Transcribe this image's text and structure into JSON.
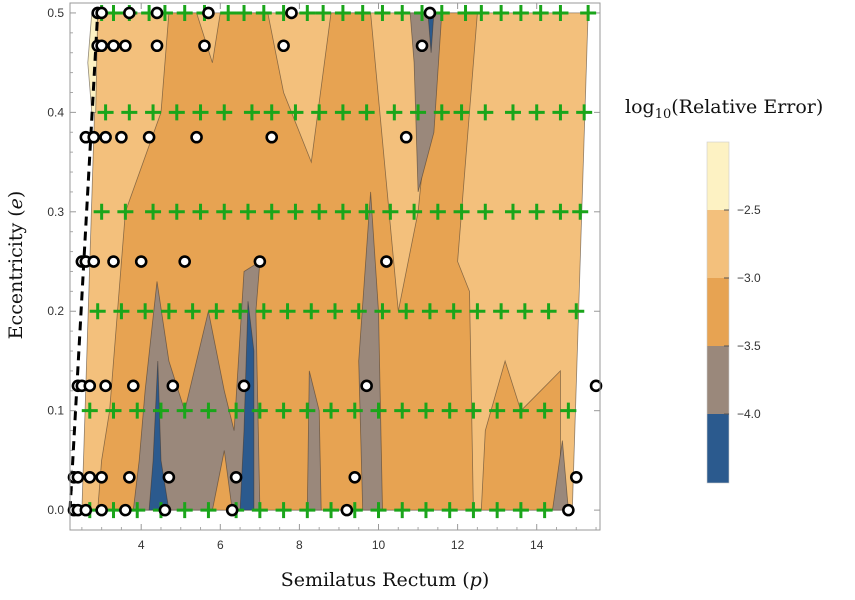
{
  "chart_data": {
    "type": "contour",
    "xlabel": "Semilatus Rectum (p)",
    "ylabel": "Eccentricity (e)",
    "xlim": [
      2.2,
      15.6
    ],
    "ylim": [
      -0.02,
      0.51
    ],
    "x_ticks": [
      "4",
      "6",
      "8",
      "10",
      "12",
      "14"
    ],
    "y_ticks": [
      "0.0",
      "0.1",
      "0.2",
      "0.3",
      "0.4",
      "0.5"
    ],
    "legend": {
      "title_prefix": "log",
      "title_sub": "10",
      "title_suffix": "(Relative Error)",
      "levels": [
        "-2.5",
        "-3.0",
        "-3.5",
        "-4.0"
      ],
      "colors": [
        "#fdf2c3",
        "#f3c07c",
        "#e7a352",
        "#9a887b",
        "#2b5a8e"
      ]
    },
    "separatrix": [
      [
        2.2,
        0.0
      ],
      [
        2.9,
        0.5
      ]
    ],
    "colors": {
      "plus": "#1aa51a",
      "circle_edge": "#000000",
      "separatrix": "#000000"
    },
    "plus_points": [
      [
        3.0,
        0.5
      ],
      [
        3.3,
        0.5
      ],
      [
        3.7,
        0.5
      ],
      [
        4.2,
        0.5
      ],
      [
        4.6,
        0.5
      ],
      [
        5.1,
        0.5
      ],
      [
        5.6,
        0.5
      ],
      [
        6.2,
        0.5
      ],
      [
        6.6,
        0.5
      ],
      [
        7.1,
        0.5
      ],
      [
        7.6,
        0.5
      ],
      [
        8.2,
        0.5
      ],
      [
        8.6,
        0.5
      ],
      [
        9.1,
        0.5
      ],
      [
        9.6,
        0.5
      ],
      [
        10.1,
        0.5
      ],
      [
        10.6,
        0.5
      ],
      [
        11.1,
        0.5
      ],
      [
        11.6,
        0.5
      ],
      [
        12.2,
        0.5
      ],
      [
        12.6,
        0.5
      ],
      [
        13.1,
        0.5
      ],
      [
        13.6,
        0.5
      ],
      [
        14.1,
        0.5
      ],
      [
        14.6,
        0.5
      ],
      [
        15.3,
        0.5
      ],
      [
        3.1,
        0.4
      ],
      [
        3.7,
        0.4
      ],
      [
        4.3,
        0.4
      ],
      [
        4.9,
        0.4
      ],
      [
        5.5,
        0.4
      ],
      [
        6.1,
        0.4
      ],
      [
        6.8,
        0.4
      ],
      [
        7.3,
        0.4
      ],
      [
        7.9,
        0.4
      ],
      [
        8.5,
        0.4
      ],
      [
        9.1,
        0.4
      ],
      [
        9.7,
        0.4
      ],
      [
        10.4,
        0.4
      ],
      [
        11.0,
        0.4
      ],
      [
        11.6,
        0.4
      ],
      [
        12.1,
        0.4
      ],
      [
        12.7,
        0.4
      ],
      [
        13.4,
        0.4
      ],
      [
        14.0,
        0.4
      ],
      [
        14.6,
        0.4
      ],
      [
        15.2,
        0.4
      ],
      [
        3.0,
        0.3
      ],
      [
        3.6,
        0.3
      ],
      [
        4.3,
        0.3
      ],
      [
        4.9,
        0.3
      ],
      [
        5.5,
        0.3
      ],
      [
        6.1,
        0.3
      ],
      [
        6.7,
        0.3
      ],
      [
        7.3,
        0.3
      ],
      [
        7.9,
        0.3
      ],
      [
        8.5,
        0.3
      ],
      [
        9.1,
        0.3
      ],
      [
        9.7,
        0.3
      ],
      [
        10.3,
        0.3
      ],
      [
        10.9,
        0.3
      ],
      [
        11.5,
        0.3
      ],
      [
        12.1,
        0.3
      ],
      [
        12.7,
        0.3
      ],
      [
        13.4,
        0.3
      ],
      [
        14.0,
        0.3
      ],
      [
        14.6,
        0.3
      ],
      [
        15.1,
        0.3
      ],
      [
        2.9,
        0.2
      ],
      [
        3.5,
        0.2
      ],
      [
        4.1,
        0.2
      ],
      [
        4.7,
        0.2
      ],
      [
        5.3,
        0.2
      ],
      [
        5.9,
        0.2
      ],
      [
        6.5,
        0.2
      ],
      [
        7.1,
        0.2
      ],
      [
        7.7,
        0.2
      ],
      [
        8.3,
        0.2
      ],
      [
        8.9,
        0.2
      ],
      [
        9.5,
        0.2
      ],
      [
        10.1,
        0.2
      ],
      [
        10.7,
        0.2
      ],
      [
        11.3,
        0.2
      ],
      [
        11.9,
        0.2
      ],
      [
        12.5,
        0.2
      ],
      [
        13.1,
        0.2
      ],
      [
        13.7,
        0.2
      ],
      [
        14.3,
        0.2
      ],
      [
        15.0,
        0.2
      ],
      [
        2.7,
        0.1
      ],
      [
        3.3,
        0.1
      ],
      [
        3.9,
        0.1
      ],
      [
        4.5,
        0.1
      ],
      [
        5.1,
        0.1
      ],
      [
        5.7,
        0.1
      ],
      [
        6.4,
        0.1
      ],
      [
        7.0,
        0.1
      ],
      [
        7.6,
        0.1
      ],
      [
        8.2,
        0.1
      ],
      [
        8.8,
        0.1
      ],
      [
        9.4,
        0.1
      ],
      [
        10.0,
        0.1
      ],
      [
        10.6,
        0.1
      ],
      [
        11.2,
        0.1
      ],
      [
        11.8,
        0.1
      ],
      [
        12.4,
        0.1
      ],
      [
        13.0,
        0.1
      ],
      [
        13.6,
        0.1
      ],
      [
        14.2,
        0.1
      ],
      [
        14.8,
        0.1
      ],
      [
        2.7,
        0.0
      ],
      [
        3.3,
        0.0
      ],
      [
        3.9,
        0.0
      ],
      [
        4.5,
        0.0
      ],
      [
        5.1,
        0.0
      ],
      [
        5.7,
        0.0
      ],
      [
        6.4,
        0.0
      ],
      [
        7.0,
        0.0
      ],
      [
        7.6,
        0.0
      ],
      [
        8.2,
        0.0
      ],
      [
        8.8,
        0.0
      ],
      [
        9.4,
        0.0
      ],
      [
        10.0,
        0.0
      ],
      [
        10.6,
        0.0
      ],
      [
        11.2,
        0.0
      ],
      [
        11.8,
        0.0
      ],
      [
        12.4,
        0.0
      ],
      [
        13.0,
        0.0
      ],
      [
        13.6,
        0.0
      ],
      [
        14.2,
        0.0
      ]
    ],
    "circle_points": [
      [
        2.9,
        0.5
      ],
      [
        3.0,
        0.5
      ],
      [
        3.7,
        0.5
      ],
      [
        4.4,
        0.5
      ],
      [
        5.7,
        0.5
      ],
      [
        7.8,
        0.5
      ],
      [
        11.3,
        0.5
      ],
      [
        2.9,
        0.467
      ],
      [
        3.0,
        0.467
      ],
      [
        3.3,
        0.467
      ],
      [
        3.6,
        0.467
      ],
      [
        4.4,
        0.467
      ],
      [
        5.6,
        0.467
      ],
      [
        7.6,
        0.467
      ],
      [
        11.1,
        0.467
      ],
      [
        2.6,
        0.375
      ],
      [
        2.8,
        0.375
      ],
      [
        3.1,
        0.375
      ],
      [
        3.5,
        0.375
      ],
      [
        4.2,
        0.375
      ],
      [
        5.4,
        0.375
      ],
      [
        7.3,
        0.375
      ],
      [
        10.7,
        0.375
      ],
      [
        2.5,
        0.25
      ],
      [
        2.6,
        0.25
      ],
      [
        2.8,
        0.25
      ],
      [
        3.3,
        0.25
      ],
      [
        4.0,
        0.25
      ],
      [
        5.1,
        0.25
      ],
      [
        7.0,
        0.25
      ],
      [
        10.2,
        0.25
      ],
      [
        2.4,
        0.125
      ],
      [
        2.5,
        0.125
      ],
      [
        2.7,
        0.125
      ],
      [
        3.1,
        0.125
      ],
      [
        3.8,
        0.125
      ],
      [
        4.8,
        0.125
      ],
      [
        6.6,
        0.125
      ],
      [
        9.7,
        0.125
      ],
      [
        15.5,
        0.125
      ],
      [
        2.3,
        0.033
      ],
      [
        2.4,
        0.033
      ],
      [
        2.7,
        0.033
      ],
      [
        3.0,
        0.033
      ],
      [
        3.7,
        0.033
      ],
      [
        4.7,
        0.033
      ],
      [
        6.4,
        0.033
      ],
      [
        9.4,
        0.033
      ],
      [
        15.0,
        0.033
      ],
      [
        2.3,
        0.0
      ],
      [
        2.4,
        0.0
      ],
      [
        2.6,
        0.0
      ],
      [
        3.0,
        0.0
      ],
      [
        3.6,
        0.0
      ],
      [
        4.6,
        0.0
      ],
      [
        6.3,
        0.0
      ],
      [
        9.2,
        0.0
      ],
      [
        14.8,
        0.0
      ]
    ],
    "regions": [
      {
        "level": 1,
        "points": [
          [
            2.5,
            0.0
          ],
          [
            14.9,
            0.0
          ],
          [
            15.3,
            0.5
          ],
          [
            2.9,
            0.5
          ]
        ]
      },
      {
        "level": 0,
        "points": [
          [
            2.65,
            0.45
          ],
          [
            2.75,
            0.5
          ],
          [
            2.9,
            0.5
          ],
          [
            2.85,
            0.4
          ],
          [
            2.75,
            0.4
          ]
        ]
      },
      {
        "level": 2,
        "points": [
          [
            2.9,
            0.0
          ],
          [
            12.4,
            0.0
          ],
          [
            12.3,
            0.22
          ],
          [
            12.0,
            0.25
          ],
          [
            12.5,
            0.5
          ],
          [
            11.5,
            0.5
          ],
          [
            11.0,
            0.3
          ],
          [
            10.5,
            0.2
          ],
          [
            9.8,
            0.5
          ],
          [
            8.8,
            0.5
          ],
          [
            8.3,
            0.35
          ],
          [
            7.6,
            0.42
          ],
          [
            7.2,
            0.5
          ],
          [
            6.0,
            0.5
          ],
          [
            5.8,
            0.45
          ],
          [
            5.4,
            0.5
          ],
          [
            4.7,
            0.5
          ],
          [
            4.5,
            0.4
          ],
          [
            3.6,
            0.3
          ],
          [
            3.2,
            0.1
          ],
          [
            3.0,
            0.05
          ]
        ]
      },
      {
        "level": 2,
        "points": [
          [
            12.6,
            0.0
          ],
          [
            14.6,
            0.0
          ],
          [
            14.6,
            0.14
          ],
          [
            13.6,
            0.1
          ],
          [
            13.2,
            0.15
          ],
          [
            12.7,
            0.08
          ]
        ]
      },
      {
        "level": 3,
        "points": [
          [
            3.8,
            0.0
          ],
          [
            5.8,
            0.0
          ],
          [
            6.1,
            0.06
          ],
          [
            6.3,
            0.0
          ],
          [
            7.0,
            0.0
          ],
          [
            6.9,
            0.2
          ],
          [
            7.0,
            0.25
          ],
          [
            6.6,
            0.24
          ],
          [
            6.35,
            0.08
          ],
          [
            6.1,
            0.12
          ],
          [
            5.7,
            0.2
          ],
          [
            5.1,
            0.1
          ],
          [
            4.7,
            0.15
          ],
          [
            4.4,
            0.23
          ],
          [
            4.1,
            0.12
          ],
          [
            3.95,
            0.05
          ]
        ]
      },
      {
        "level": 3,
        "points": [
          [
            8.2,
            0.0
          ],
          [
            8.55,
            0.0
          ],
          [
            8.5,
            0.1
          ],
          [
            8.25,
            0.14
          ]
        ]
      },
      {
        "level": 3,
        "points": [
          [
            9.6,
            0.0
          ],
          [
            10.1,
            0.0
          ],
          [
            10.0,
            0.2
          ],
          [
            9.8,
            0.32
          ],
          [
            9.5,
            0.15
          ]
        ]
      },
      {
        "level": 3,
        "points": [
          [
            10.8,
            0.5
          ],
          [
            11.6,
            0.5
          ],
          [
            11.4,
            0.38
          ],
          [
            11.0,
            0.32
          ],
          [
            10.9,
            0.45
          ]
        ]
      },
      {
        "level": 3,
        "points": [
          [
            14.4,
            0.0
          ],
          [
            14.8,
            0.0
          ],
          [
            14.65,
            0.07
          ]
        ]
      },
      {
        "level": 4,
        "points": [
          [
            4.2,
            0.0
          ],
          [
            4.7,
            0.0
          ],
          [
            4.5,
            0.05
          ],
          [
            4.42,
            0.15
          ],
          [
            4.3,
            0.05
          ]
        ]
      },
      {
        "level": 4,
        "points": [
          [
            6.5,
            0.0
          ],
          [
            6.85,
            0.0
          ],
          [
            6.85,
            0.16
          ],
          [
            6.7,
            0.21
          ],
          [
            6.6,
            0.08
          ]
        ]
      },
      {
        "level": 4,
        "points": [
          [
            11.25,
            0.5
          ],
          [
            11.4,
            0.5
          ],
          [
            11.33,
            0.46
          ]
        ]
      }
    ]
  }
}
